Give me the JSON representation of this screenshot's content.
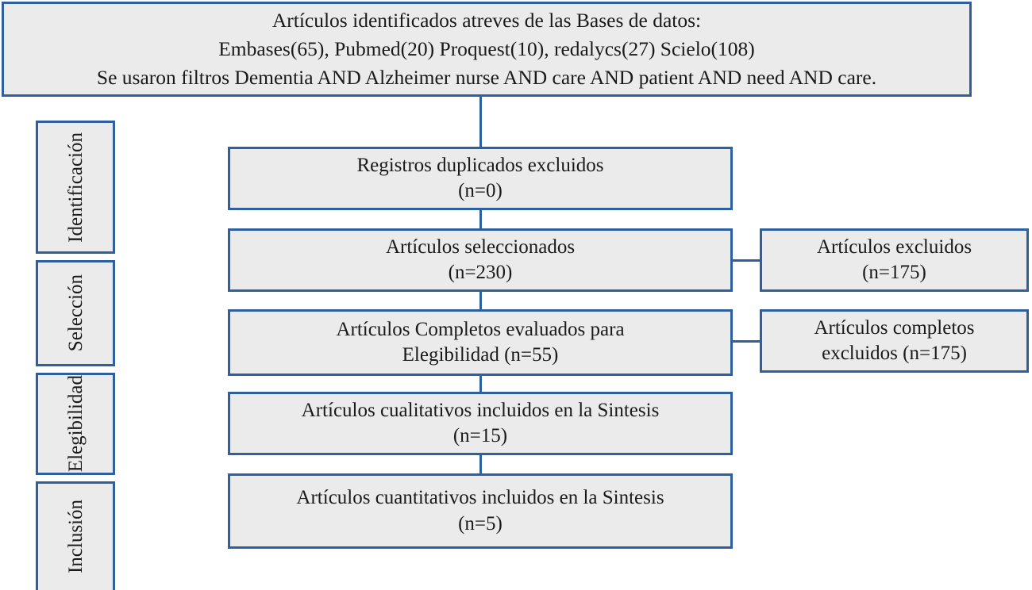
{
  "diagram": {
    "title": "PRISMA flow diagram",
    "accent_color": "#2e5f9e",
    "box_fill_color": "#ebebeb",
    "text_color": "#1a1a1a"
  },
  "header": {
    "text": "Artículos identificados atreves de las Bases de datos:\nEmbases(65), Pubmed(20) Proquest(10), redalycs(27) Scielo(108)\nSe usaron filtros Dementia AND Alzheimer nurse AND care AND patient AND need AND care."
  },
  "stages": [
    {
      "label": "Identificación"
    },
    {
      "label": "Selección"
    },
    {
      "label": "Elegibilidad"
    },
    {
      "label": "Inclusión"
    }
  ],
  "flow_boxes": [
    {
      "text": "Registros duplicados excluidos\n(n=0)",
      "n": 0
    },
    {
      "text": "Artículos seleccionados\n(n=230)",
      "n": 230
    },
    {
      "text": "Artículos Completos evaluados para\nElegibilidad (n=55)",
      "n": 55
    },
    {
      "text": "Artículos cualitativos incluidos en la Sintesis\n(n=15)",
      "n": 15
    },
    {
      "text": "Artículos cuantitativos incluidos en la Sintesis\n(n=5)",
      "n": 5
    }
  ],
  "excluded_boxes": [
    {
      "text": "Artículos excluidos\n(n=175)",
      "n": 175
    },
    {
      "text": "Artículos completos\nexcluidos (n=175)",
      "n": 175
    }
  ]
}
